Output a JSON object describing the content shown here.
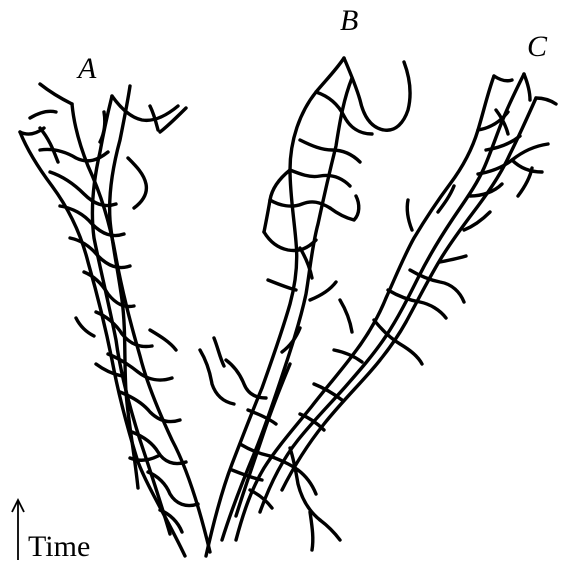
{
  "labels": {
    "a": "A",
    "b": "B",
    "c": "C",
    "time": "Time"
  },
  "stroke_color": "#000000",
  "background_color": "#ffffff",
  "arrow_icon": "up-arrow-icon"
}
